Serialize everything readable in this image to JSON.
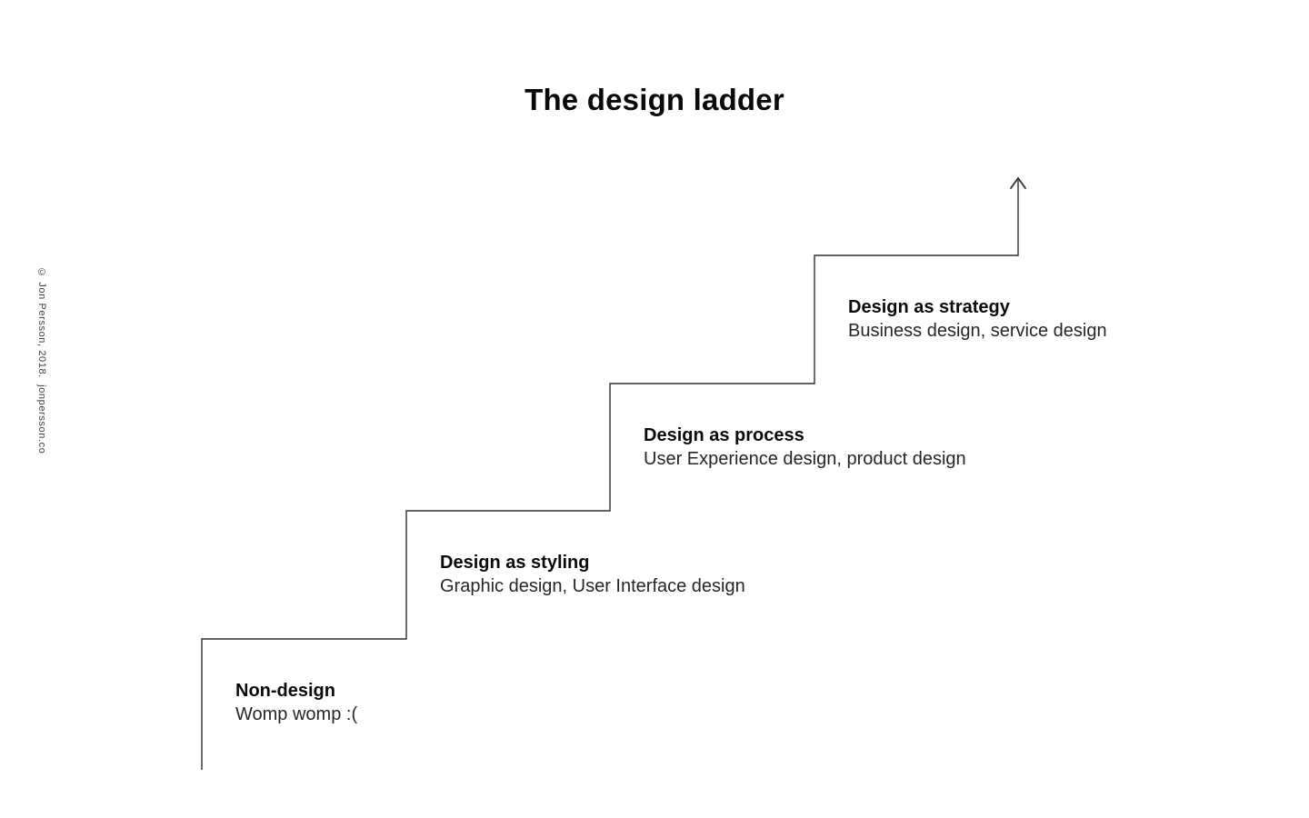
{
  "page": {
    "title": "The design ladder",
    "credit": "© Jon Persson, 2018.  jonpersson.co"
  },
  "ladder": {
    "line_color": "#2f2f2f",
    "steps": [
      {
        "title": "Non-design",
        "subtitle": "Womp womp :("
      },
      {
        "title": "Design as styling",
        "subtitle": "Graphic design, User Interface design"
      },
      {
        "title": "Design as process",
        "subtitle": "User Experience design, product design"
      },
      {
        "title": "Design as strategy",
        "subtitle": "Business design, service design"
      }
    ]
  }
}
